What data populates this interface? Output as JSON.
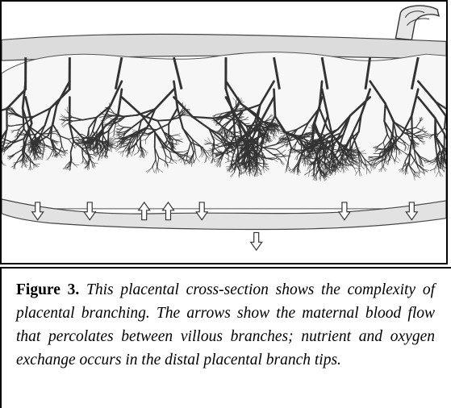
{
  "figure": {
    "label": "Figure 3.",
    "caption": "This placental cross-section shows the complexity of placental branching. The arrows show the maternal blood flow that percolates between villous branches; nutrient and oxygen exchange occurs in the distal placental branch tips.",
    "arrow_count": 8,
    "colors": {
      "line": "#333333",
      "fill": "#d9d9d9",
      "background": "#ffffff",
      "border": "#000000"
    }
  }
}
